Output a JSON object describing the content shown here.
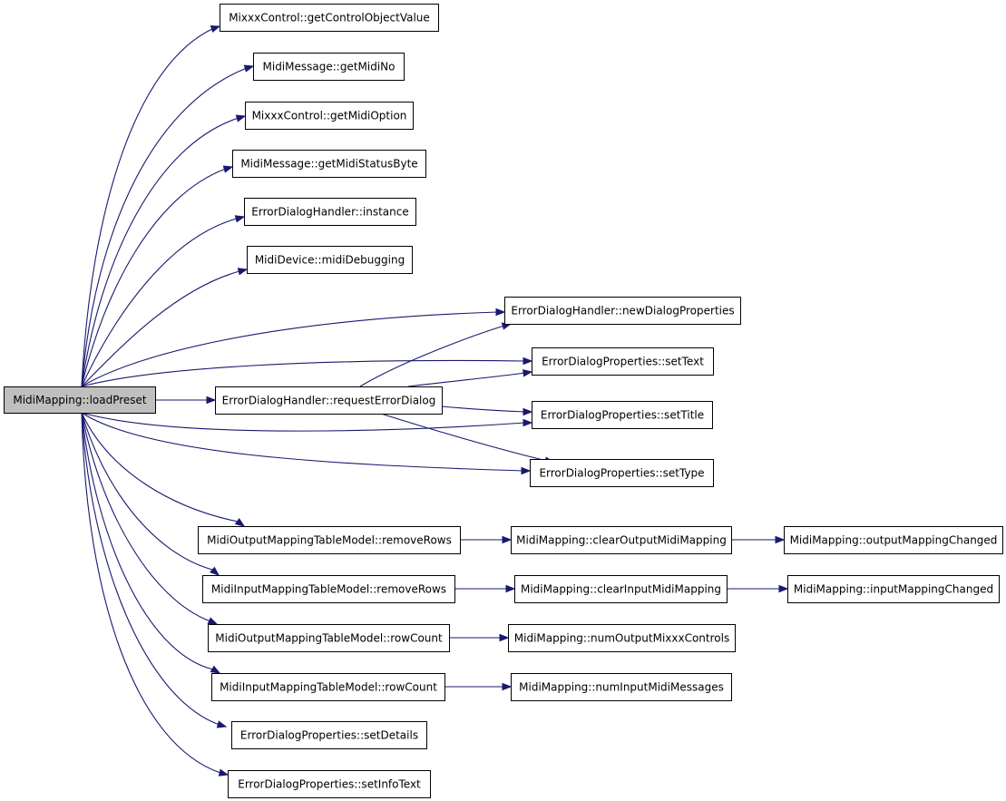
{
  "graph": {
    "root": "MidiMapping::loadPreset",
    "nodes": [
      {
        "id": "loadPreset",
        "label": "MidiMapping::loadPreset",
        "root": true
      },
      {
        "id": "getControlObjectValue",
        "label": "MixxxControl::getControlObjectValue"
      },
      {
        "id": "getMidiNo",
        "label": "MidiMessage::getMidiNo"
      },
      {
        "id": "getMidiOption",
        "label": "MixxxControl::getMidiOption"
      },
      {
        "id": "getMidiStatusByte",
        "label": "MidiMessage::getMidiStatusByte"
      },
      {
        "id": "instance",
        "label": "ErrorDialogHandler::instance"
      },
      {
        "id": "midiDebugging",
        "label": "MidiDevice::midiDebugging"
      },
      {
        "id": "newDialogProperties",
        "label": "ErrorDialogHandler::newDialogProperties"
      },
      {
        "id": "setText",
        "label": "ErrorDialogProperties::setText"
      },
      {
        "id": "requestErrorDialog",
        "label": "ErrorDialogHandler::requestErrorDialog"
      },
      {
        "id": "setTitle",
        "label": "ErrorDialogProperties::setTitle"
      },
      {
        "id": "setType",
        "label": "ErrorDialogProperties::setType"
      },
      {
        "id": "outRemoveRows",
        "label": "MidiOutputMappingTableModel::removeRows"
      },
      {
        "id": "clearOutputMidiMapping",
        "label": "MidiMapping::clearOutputMidiMapping"
      },
      {
        "id": "outputMappingChanged",
        "label": "MidiMapping::outputMappingChanged"
      },
      {
        "id": "inRemoveRows",
        "label": "MidiInputMappingTableModel::removeRows"
      },
      {
        "id": "clearInputMidiMapping",
        "label": "MidiMapping::clearInputMidiMapping"
      },
      {
        "id": "inputMappingChanged",
        "label": "MidiMapping::inputMappingChanged"
      },
      {
        "id": "outRowCount",
        "label": "MidiOutputMappingTableModel::rowCount"
      },
      {
        "id": "numOutputMixxxControls",
        "label": "MidiMapping::numOutputMixxxControls"
      },
      {
        "id": "inRowCount",
        "label": "MidiInputMappingTableModel::rowCount"
      },
      {
        "id": "numInputMidiMessages",
        "label": "MidiMapping::numInputMidiMessages"
      },
      {
        "id": "setDetails",
        "label": "ErrorDialogProperties::setDetails"
      },
      {
        "id": "setInfoText",
        "label": "ErrorDialogProperties::setInfoText"
      }
    ],
    "edges": [
      {
        "from": "loadPreset",
        "to": "getControlObjectValue"
      },
      {
        "from": "loadPreset",
        "to": "getMidiNo"
      },
      {
        "from": "loadPreset",
        "to": "getMidiOption"
      },
      {
        "from": "loadPreset",
        "to": "getMidiStatusByte"
      },
      {
        "from": "loadPreset",
        "to": "instance"
      },
      {
        "from": "loadPreset",
        "to": "midiDebugging"
      },
      {
        "from": "loadPreset",
        "to": "newDialogProperties"
      },
      {
        "from": "loadPreset",
        "to": "setText"
      },
      {
        "from": "loadPreset",
        "to": "requestErrorDialog"
      },
      {
        "from": "loadPreset",
        "to": "setTitle"
      },
      {
        "from": "loadPreset",
        "to": "setType"
      },
      {
        "from": "loadPreset",
        "to": "outRemoveRows"
      },
      {
        "from": "loadPreset",
        "to": "inRemoveRows"
      },
      {
        "from": "loadPreset",
        "to": "outRowCount"
      },
      {
        "from": "loadPreset",
        "to": "inRowCount"
      },
      {
        "from": "loadPreset",
        "to": "setDetails"
      },
      {
        "from": "loadPreset",
        "to": "setInfoText"
      },
      {
        "from": "requestErrorDialog",
        "to": "newDialogProperties"
      },
      {
        "from": "requestErrorDialog",
        "to": "setText"
      },
      {
        "from": "requestErrorDialog",
        "to": "setTitle"
      },
      {
        "from": "requestErrorDialog",
        "to": "setType"
      },
      {
        "from": "outRemoveRows",
        "to": "clearOutputMidiMapping"
      },
      {
        "from": "clearOutputMidiMapping",
        "to": "outputMappingChanged"
      },
      {
        "from": "inRemoveRows",
        "to": "clearInputMidiMapping"
      },
      {
        "from": "clearInputMidiMapping",
        "to": "inputMappingChanged"
      },
      {
        "from": "outRowCount",
        "to": "numOutputMixxxControls"
      },
      {
        "from": "inRowCount",
        "to": "numInputMidiMessages"
      }
    ]
  }
}
